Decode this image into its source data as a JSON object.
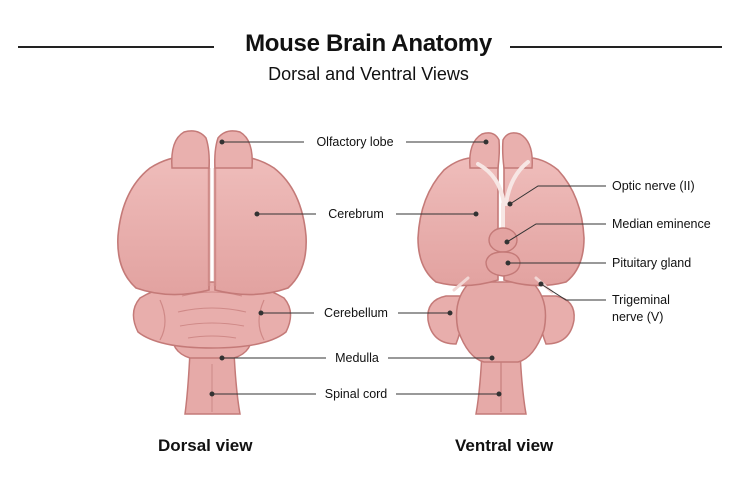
{
  "title": "Mouse Brain Anatomy",
  "subtitle": "Dorsal and Ventral Views",
  "views": {
    "dorsal": "Dorsal view",
    "ventral": "Ventral view"
  },
  "labels": {
    "olfactory_lobe": "Olfactory lobe",
    "cerebrum": "Cerebrum",
    "cerebellum": "Cerebellum",
    "medulla": "Medulla",
    "spinal_cord": "Spinal cord",
    "optic_nerve": "Optic nerve (II)",
    "median_eminence": "Median eminence",
    "pituitary_gland": "Pituitary gland",
    "trigeminal_nerve_line1": "Trigeminal",
    "trigeminal_nerve_line2": "nerve (V)"
  },
  "colors": {
    "brain_fill": "#e6a8a6",
    "brain_fill_light": "#efbfbd",
    "brain_outline": "#c47a78",
    "brain_shadow": "#d48e8b",
    "leader_line": "#333333"
  }
}
